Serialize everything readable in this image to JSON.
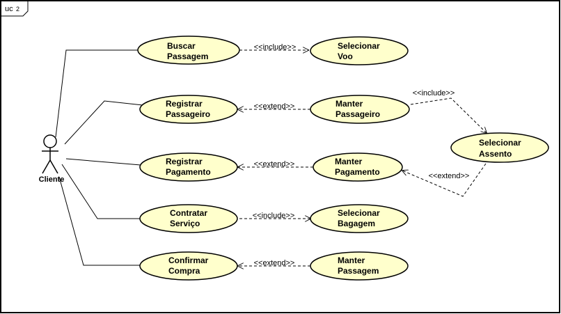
{
  "frame": {
    "label": "uc",
    "sub": "2"
  },
  "colors": {
    "usecase_fill": "#FFFFCC",
    "stroke": "#000000",
    "background": "#FFFFFF"
  },
  "actor": {
    "name": "Cliente"
  },
  "use_cases": [
    {
      "id": "buscar",
      "lines": [
        "Buscar",
        "Passagem"
      ]
    },
    {
      "id": "registrar_passageiro",
      "lines": [
        "Registrar",
        "Passageiro"
      ]
    },
    {
      "id": "registrar_pagamento",
      "lines": [
        "Registrar",
        "Pagamento"
      ]
    },
    {
      "id": "contratar",
      "lines": [
        "Contratar",
        "Serviço"
      ]
    },
    {
      "id": "confirmar",
      "lines": [
        "Confirmar",
        "Compra"
      ]
    },
    {
      "id": "selecionar_voo",
      "lines": [
        "Selecionar",
        "Voo"
      ]
    },
    {
      "id": "manter_passageiro",
      "lines": [
        "Manter",
        "Passageiro"
      ]
    },
    {
      "id": "manter_pagamento",
      "lines": [
        "Manter",
        "Pagamento"
      ]
    },
    {
      "id": "selecionar_bagagem",
      "lines": [
        "Selecionar",
        "Bagagem"
      ]
    },
    {
      "id": "manter_passagem",
      "lines": [
        "Manter",
        "Passagem"
      ]
    },
    {
      "id": "selecionar_assento",
      "lines": [
        "Selecionar",
        "Assento"
      ]
    }
  ],
  "associations": [
    {
      "actor": "Cliente",
      "use_case": "buscar"
    },
    {
      "actor": "Cliente",
      "use_case": "registrar_passageiro"
    },
    {
      "actor": "Cliente",
      "use_case": "registrar_pagamento"
    },
    {
      "actor": "Cliente",
      "use_case": "contratar"
    },
    {
      "actor": "Cliente",
      "use_case": "confirmar"
    }
  ],
  "dependencies": [
    {
      "from": "buscar",
      "to": "selecionar_voo",
      "label": "<<include>>"
    },
    {
      "from": "manter_passageiro",
      "to": "registrar_passageiro",
      "label": "<<extend>>"
    },
    {
      "from": "manter_pagamento",
      "to": "registrar_pagamento",
      "label": "<<extend>>"
    },
    {
      "from": "contratar",
      "to": "selecionar_bagagem",
      "label": "<<include>>"
    },
    {
      "from": "manter_passagem",
      "to": "confirmar",
      "label": "<<extend>>"
    },
    {
      "from": "manter_passageiro",
      "to": "selecionar_assento",
      "label": "<<include>>"
    },
    {
      "from": "selecionar_assento",
      "to": "manter_pagamento",
      "label": "<<extend>>"
    }
  ]
}
